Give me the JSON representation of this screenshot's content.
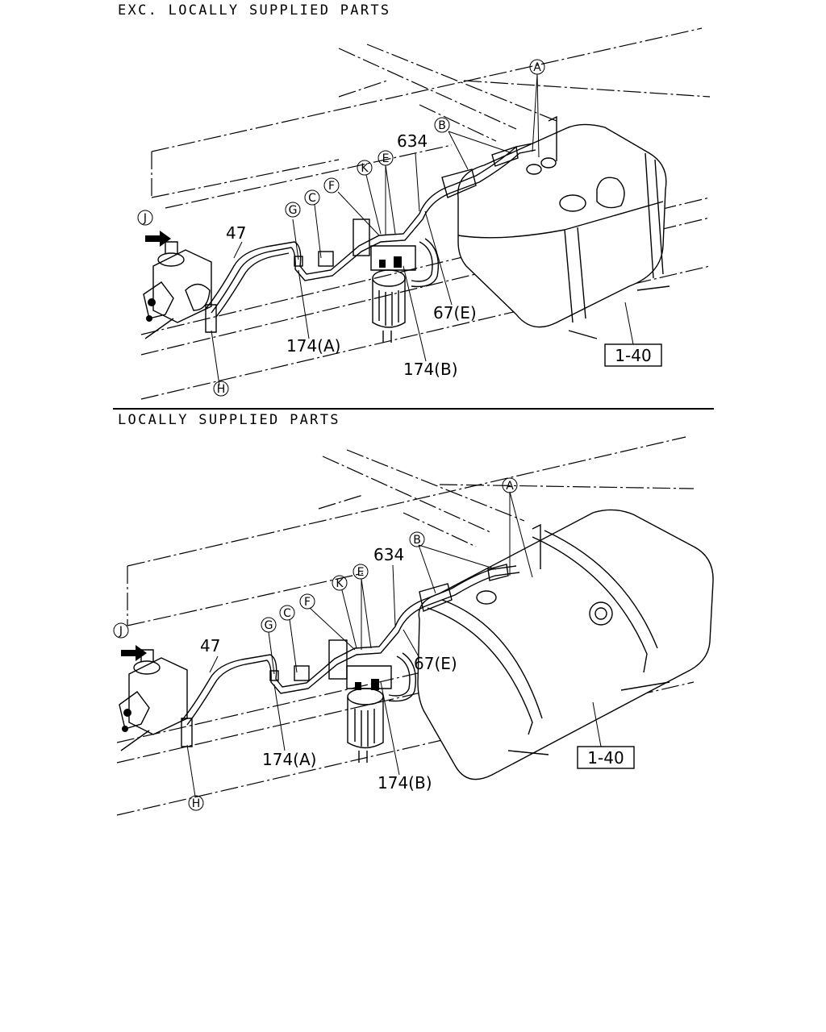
{
  "sections": [
    {
      "heading": "EXC. LOCALLY SUPPLIED PARTS",
      "circle_labels": [
        "A",
        "B",
        "E",
        "K",
        "F",
        "C",
        "G",
        "J",
        "H"
      ],
      "part_labels": [
        "634",
        "47",
        "67(E)",
        "174(A)",
        "174(B)"
      ],
      "ref_box": "1-40"
    },
    {
      "heading": "LOCALLY SUPPLIED PARTS",
      "circle_labels": [
        "A",
        "B",
        "E",
        "K",
        "F",
        "C",
        "G",
        "J",
        "H"
      ],
      "part_labels": [
        "634",
        "47",
        "67(E)",
        "174(A)",
        "174(B)"
      ],
      "ref_box": "1-40"
    }
  ]
}
